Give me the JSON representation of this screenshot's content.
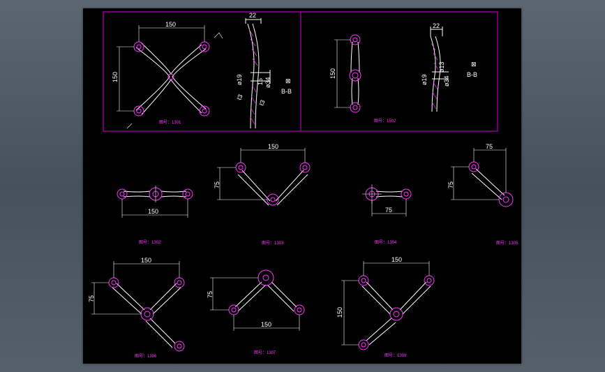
{
  "colors": {
    "background": "#4a5561",
    "sheet": "#000000",
    "frame": "#b400b4",
    "arm": "#ffffff",
    "hole": "#ff33ff",
    "dimension": "#ffffff"
  },
  "views": {
    "v1301": {
      "caption": "图号：1301",
      "dim_h": "150",
      "dim_v": "150"
    },
    "section1": {
      "dim_top": "22",
      "dia_a": "ø19",
      "dia_b": "ø34",
      "dim_small": "15",
      "label_a": "ℓ3",
      "label_b": "ℓ3",
      "section_label": "B-B",
      "marker": "⊠"
    },
    "v1502": {
      "caption": "图号：1502",
      "dim_v": "150"
    },
    "section2": {
      "dim_top": "22",
      "dia_a": "ø19",
      "dia_b": "ø34",
      "dia_c": "ø13",
      "section_label": "B-B",
      "marker": "⊠"
    },
    "v1302": {
      "caption": "图号：1302",
      "dim_h": "150"
    },
    "v1303": {
      "caption": "图号：1303",
      "dim_h": "150",
      "dim_v": "75"
    },
    "v1304": {
      "caption": "图号：1304",
      "dim_h": "75"
    },
    "v1305": {
      "caption": "图号：1305",
      "dim_h": "75",
      "dim_v": "75"
    },
    "v1306": {
      "caption": "图号：1306",
      "dim_h": "150",
      "dim_v": "75"
    },
    "v1307": {
      "caption": "图号：1307",
      "dim_h": "150",
      "dim_v": "75"
    },
    "v1308": {
      "caption": "图号：1308",
      "dim_h": "150",
      "dim_v": "150"
    }
  }
}
